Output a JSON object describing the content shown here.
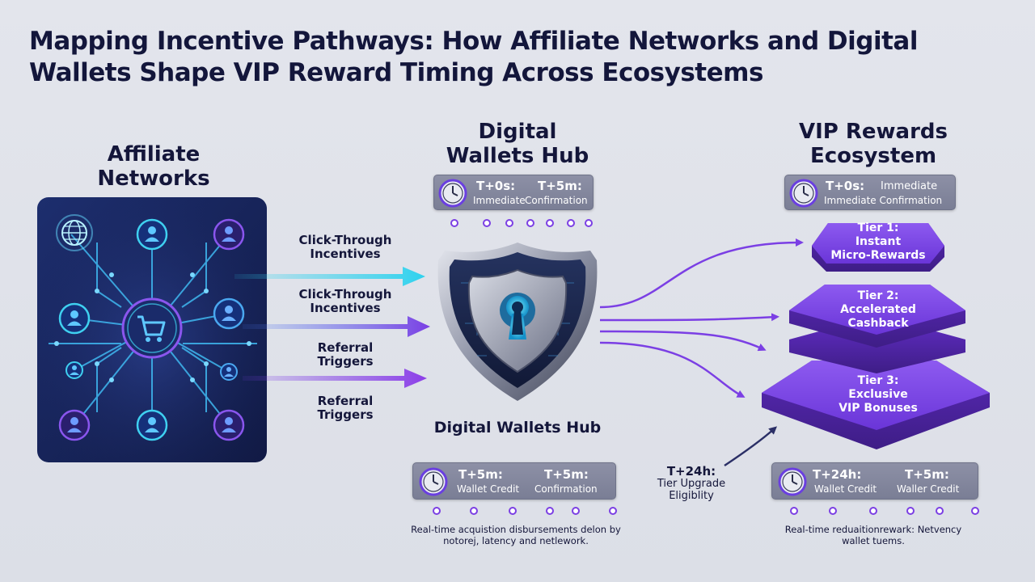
{
  "title": {
    "line1": "Mapping Incentive Pathways: How Affiliate Networks and Digital",
    "line2": "Wallets Shape VIP Reward Timing Across Ecosystems"
  },
  "affiliate": {
    "heading_line1": "Affiliate",
    "heading_line2": "Networks"
  },
  "flows": [
    {
      "line1": "Click-Through",
      "line2": "Incentives"
    },
    {
      "line1": "Click-Through",
      "line2": "Incentives"
    },
    {
      "line1": "Referral",
      "line2": "Triggers"
    },
    {
      "line1": "Referral",
      "line2": "Triggers"
    }
  ],
  "hub": {
    "heading_line1": "Digital",
    "heading_line2": "Wallets Hub",
    "caption": "Digital Wallets Hub",
    "top_card": {
      "t1": "T+0s:",
      "t2": "T+5m:",
      "s1": "Immediate",
      "s2": "Confirmation"
    },
    "bottom_card": {
      "t1": "T+5m:",
      "t2": "T+5m:",
      "s1": "Wallet Credit",
      "s2": "Confirmation"
    },
    "note_line1": "Real-time acquistion disbursements delon by",
    "note_line2": "notorej, latency and netlework."
  },
  "vip": {
    "heading_line1": "VIP Rewards",
    "heading_line2": "Ecosystem",
    "top_card": {
      "t1": "T+0s:",
      "t2": "Immediate",
      "s1": "Immediate Confirmation"
    },
    "tiers": [
      {
        "line1": "Tier 1:",
        "line2": "Instant",
        "line3": "Micro-Rewards"
      },
      {
        "line1": "Tier 2:",
        "line2": "Accelerated",
        "line3": "Cashback"
      },
      {
        "line1": "Tier 3:",
        "line2": "Exclusive",
        "line3": "VIP Bonuses"
      }
    ],
    "upgrade": {
      "line1": "T+24h:",
      "line2": "Tier Upgrade",
      "line3": "Eligiblity"
    },
    "bottom_card": {
      "t1": "T+24h:",
      "t2": "T+5m:",
      "s1": "Wallet Credit",
      "s2": "Waller Credit"
    },
    "note_line1": "Real-time reduaitionrewark: Netvency",
    "note_line2": "wallet tuems."
  },
  "colors": {
    "navy": "#13163b",
    "cyan": "#2fd2ee",
    "purple": "#7b3fe4",
    "card": "#868aa0"
  }
}
